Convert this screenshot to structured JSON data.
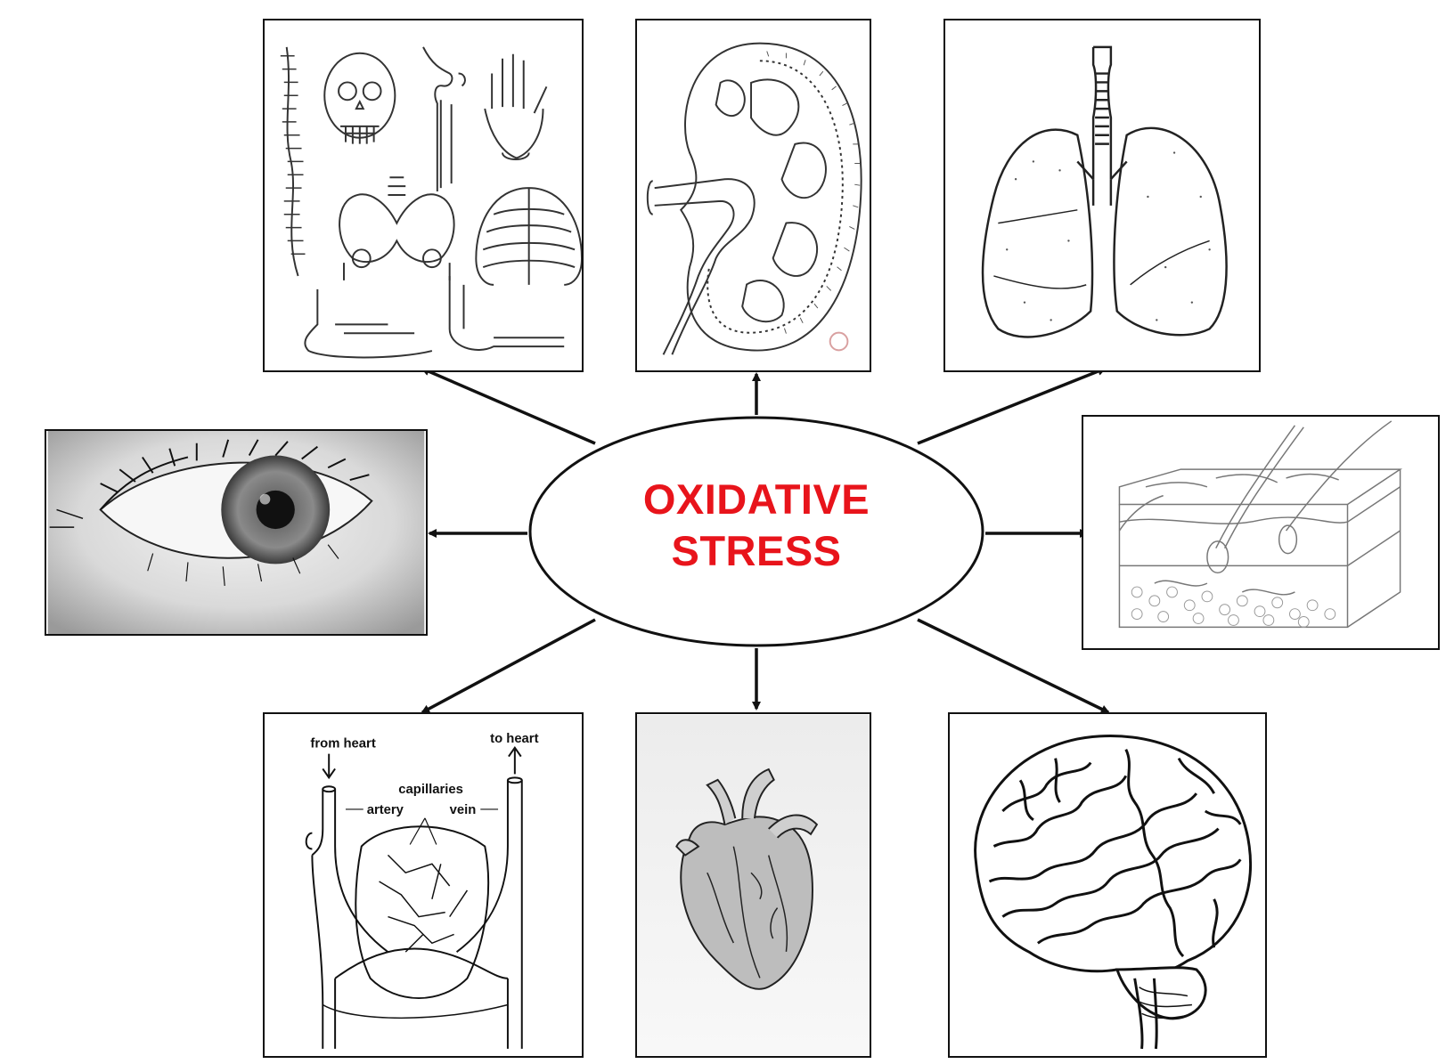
{
  "hub": {
    "line1": "OXIDATIVE",
    "line2": "STRESS",
    "text_color": "#e8141b"
  },
  "panels": [
    {
      "key": "skeleton",
      "icon": "skeleton-bones-illustration"
    },
    {
      "key": "kidney",
      "icon": "kidney-cross-section-illustration"
    },
    {
      "key": "lungs",
      "icon": "lungs-illustration"
    },
    {
      "key": "eye",
      "icon": "eye-photo"
    },
    {
      "key": "skin",
      "icon": "skin-layers-illustration"
    },
    {
      "key": "blood-vessels",
      "icon": "capillary-network-diagram"
    },
    {
      "key": "heart",
      "icon": "anatomical-heart-illustration"
    },
    {
      "key": "brain",
      "icon": "brain-illustration"
    }
  ],
  "vessels": {
    "from_heart": "from heart",
    "to_heart": "to heart",
    "capillaries": "capillaries",
    "artery": "artery",
    "vein": "vein"
  }
}
